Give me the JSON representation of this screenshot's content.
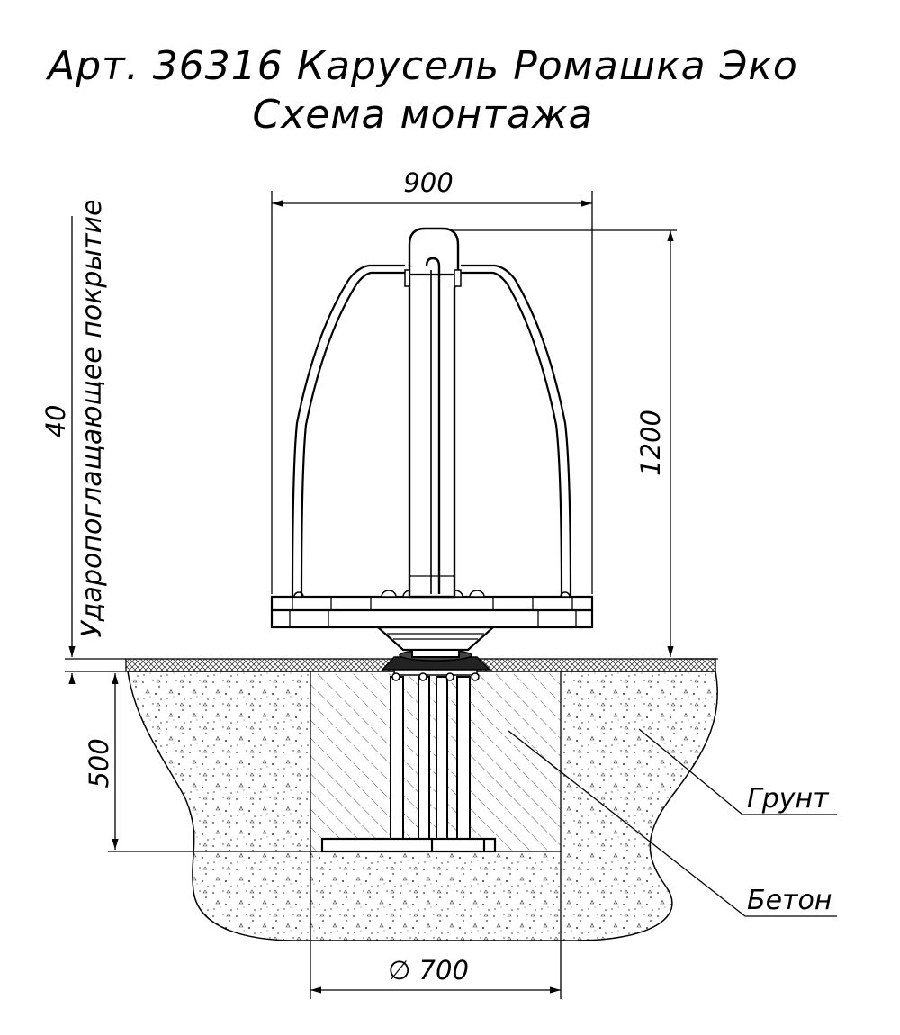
{
  "title": {
    "line1": "Арт. 36316 Карусель Ромашка Эко",
    "line2": "Схема монтажа"
  },
  "dimensions": {
    "width": "900",
    "height": "1200",
    "depth": "500",
    "coating_thickness": "40",
    "diameter": "∅ 700"
  },
  "labels": {
    "coating": "Ударопоглащающее покрытие",
    "soil": "Грунт",
    "concrete": "Бетон"
  },
  "colors": {
    "line": "#000000",
    "background": "#ffffff"
  }
}
